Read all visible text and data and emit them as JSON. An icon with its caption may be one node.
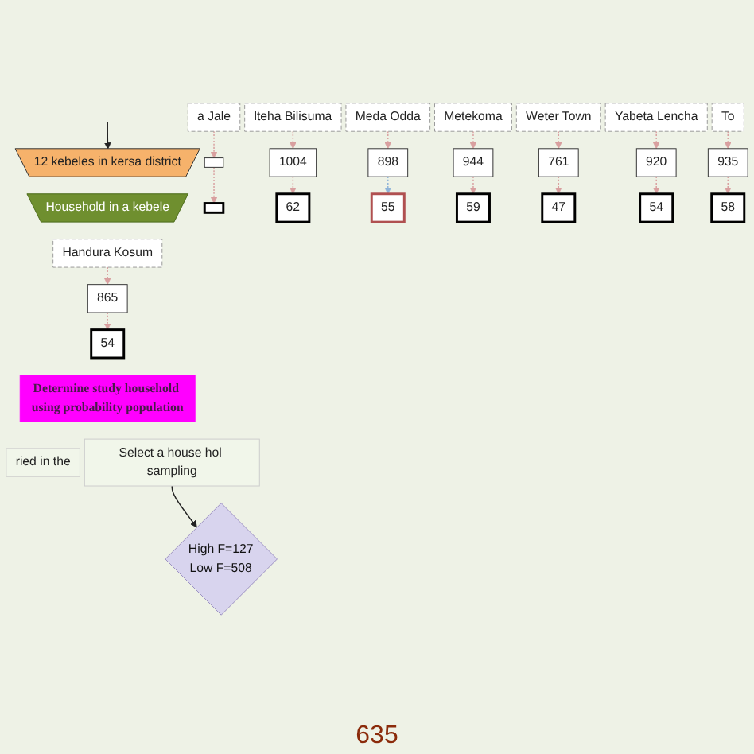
{
  "diagram": {
    "nodes": [
      {
        "text": [
          "12 kebeles in kersa district"
        ]
      },
      {
        "text": [
          "a Jale"
        ]
      },
      {
        "text": [
          "Meda Odda"
        ]
      },
      {
        "text": [
          "Handura Kosum"
        ]
      },
      {
        "text": [
          "Weter Town"
        ]
      },
      {
        "text": [
          "To"
        ]
      },
      {
        "text": [
          "lteha Bilisuma"
        ]
      },
      {
        "text": [
          "Metekoma"
        ]
      },
      {
        "text": [
          "Yabeta Lencha"
        ]
      },
      {
        "text": [
          "Household in a kebele"
        ]
      },
      {
        "text": [],
        "shape": "box"
      },
      {
        "text": [
          "1004"
        ]
      },
      {
        "text": [
          "898"
        ]
      },
      {
        "text": [
          "944"
        ]
      },
      {
        "text": [
          "865"
        ]
      },
      {
        "text": [
          "761"
        ]
      },
      {
        "text": [
          "920"
        ]
      },
      {
        "text": [
          "935"
        ]
      },
      {
        "text": [
          "Determine study household using probability population"
        ]
      },
      {
        "text": [],
        "shape": "box"
      },
      {
        "text": [
          "62"
        ]
      },
      {
        "text": [
          "55"
        ]
      },
      {
        "text": [
          "59"
        ]
      },
      {
        "text": [
          "54"
        ]
      },
      {
        "text": [
          "47"
        ]
      },
      {
        "text": [
          "54"
        ]
      },
      {
        "text": [
          "58"
        ]
      },
      {
        "text": [
          "High F=127",
          "Low F=508"
        ]
      },
      {
        "text": [
          "ried in the"
        ]
      },
      {
        "text": [
          "Select a house hol sampling"
        ]
      }
    ],
    "edges": [
      {
        "from": null,
        "to": 0,
        "arrow": "to",
        "color": "#222222"
      },
      {
        "from": 1,
        "to": 10,
        "arrow": "to",
        "style": "dashed"
      },
      {
        "from": 6,
        "to": 11,
        "arrow": "to",
        "style": "dashed"
      },
      {
        "from": 2,
        "to": 12,
        "arrow": "to",
        "style": "dashed"
      },
      {
        "from": 7,
        "to": 13,
        "arrow": "to",
        "style": "dashed"
      },
      {
        "from": 3,
        "to": 14,
        "arrow": "to",
        "style": "dashed"
      },
      {
        "from": 4,
        "to": 15,
        "arrow": "to",
        "style": "dashed"
      },
      {
        "from": 8,
        "to": 16,
        "arrow": "to",
        "style": "dashed"
      },
      {
        "from": 5,
        "to": 17,
        "arrow": "to",
        "style": "dashed"
      },
      {
        "from": 10,
        "to": 19,
        "arrow": "to",
        "style": "dashed"
      },
      {
        "from": 11,
        "to": 20,
        "arrow": "to",
        "style": "dashed"
      },
      {
        "from": 12,
        "to": 21,
        "arrow": "to",
        "style": "dashed",
        "color": "#8fb4d9"
      },
      {
        "from": 13,
        "to": 22,
        "arrow": "to",
        "style": "dashed"
      },
      {
        "from": 14,
        "to": 23,
        "arrow": "to",
        "style": "dashed"
      },
      {
        "from": 15,
        "to": 24,
        "arrow": "to",
        "style": "dashed"
      },
      {
        "from": 16,
        "to": 25,
        "arrow": "to",
        "style": "dashed"
      },
      {
        "from": 17,
        "to": 26,
        "arrow": "to",
        "style": "dashed"
      },
      {
        "from": 29,
        "to": 27,
        "arrow": "to",
        "color": "#222222"
      }
    ],
    "labels": [
      "635"
    ]
  }
}
